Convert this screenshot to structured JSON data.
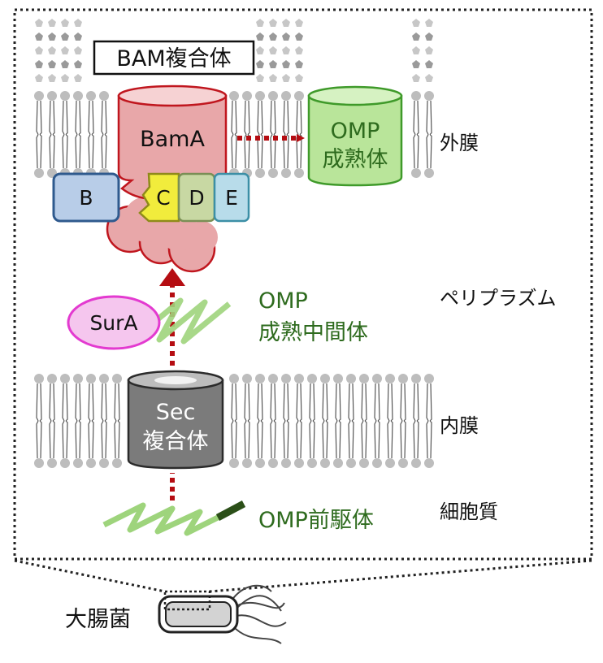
{
  "complex_label": "BAM複合体",
  "proteins": {
    "bamA": "BamA",
    "bamB": "B",
    "bamC": "C",
    "bamD": "D",
    "bamE": "E",
    "surA": "SurA",
    "sec_line1": "Sec",
    "sec_line2": "複合体"
  },
  "omp_mature": {
    "line1": "OMP",
    "line2": "成熟体"
  },
  "omp_intermediate": {
    "line1": "OMP",
    "line2": "成熟中間体"
  },
  "omp_precursor": "OMP前駆体",
  "compartments": {
    "outer_membrane": "外膜",
    "periplasm": "ペリプラズム",
    "inner_membrane": "内膜",
    "cytoplasm": "細胞質"
  },
  "organism": "大腸菌",
  "colors": {
    "bamA_fill": "#e8a7a9",
    "bamA_stroke": "#c0161e",
    "omp_green_text": "#2e6b1e",
    "omp_fill": "#b9e59a",
    "omp_stroke": "#3f9a2a",
    "arrow_red": "#b50d12",
    "surA_fill": "#f5c6ee",
    "surA_stroke": "#e33ad0",
    "sec_fill": "#7b7b7b",
    "bamB_fill": "#b8cde8",
    "bamC_fill": "#f1ec3c",
    "bamD_fill": "#c8d8a3",
    "bamE_fill": "#b8dcea"
  }
}
